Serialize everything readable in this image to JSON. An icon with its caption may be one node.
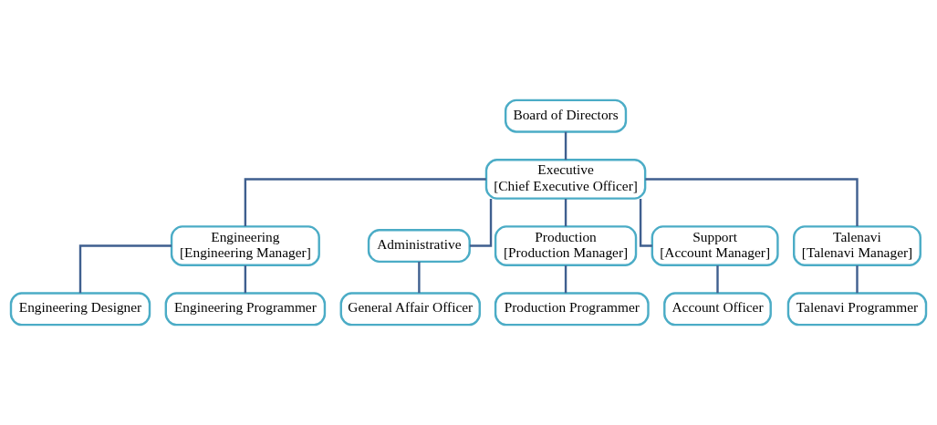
{
  "diagram": {
    "nodes": [
      {
        "text": [
          "Board of Directors"
        ]
      },
      {
        "text": [
          "Executive",
          "[Chief Executive Officer]"
        ]
      },
      {
        "text": [
          "Engineering",
          "[Engineering Manager]"
        ]
      },
      {
        "text": [
          "Administrative"
        ]
      },
      {
        "text": [
          "Production",
          "[Production Manager]"
        ]
      },
      {
        "text": [
          "Support",
          "[Account Manager]"
        ]
      },
      {
        "text": [
          "Talenavi",
          "[Talenavi Manager]"
        ]
      },
      {
        "text": [
          "Engineering Designer"
        ]
      },
      {
        "text": [
          "Engineering Programmer"
        ]
      },
      {
        "text": [
          "General Affair Officer"
        ]
      },
      {
        "text": [
          "Production Programmer"
        ]
      },
      {
        "text": [
          "Account Officer"
        ]
      },
      {
        "text": [
          "Talenavi Programmer"
        ]
      }
    ],
    "edges": [
      {
        "from": 0,
        "to": 1,
        "arrow": "none"
      },
      {
        "from": 1,
        "to": 2,
        "arrow": "none"
      },
      {
        "from": 1,
        "to": 3,
        "arrow": "none"
      },
      {
        "from": 1,
        "to": 4,
        "arrow": "none"
      },
      {
        "from": 1,
        "to": 5,
        "arrow": "none"
      },
      {
        "from": 1,
        "to": 6,
        "arrow": "none"
      },
      {
        "from": 2,
        "to": 7,
        "arrow": "none"
      },
      {
        "from": 2,
        "to": 8,
        "arrow": "none"
      },
      {
        "from": 3,
        "to": 9,
        "arrow": "none"
      },
      {
        "from": 4,
        "to": 10,
        "arrow": "none"
      },
      {
        "from": 5,
        "to": 11,
        "arrow": "none"
      },
      {
        "from": 6,
        "to": 12,
        "arrow": "none"
      }
    ]
  }
}
